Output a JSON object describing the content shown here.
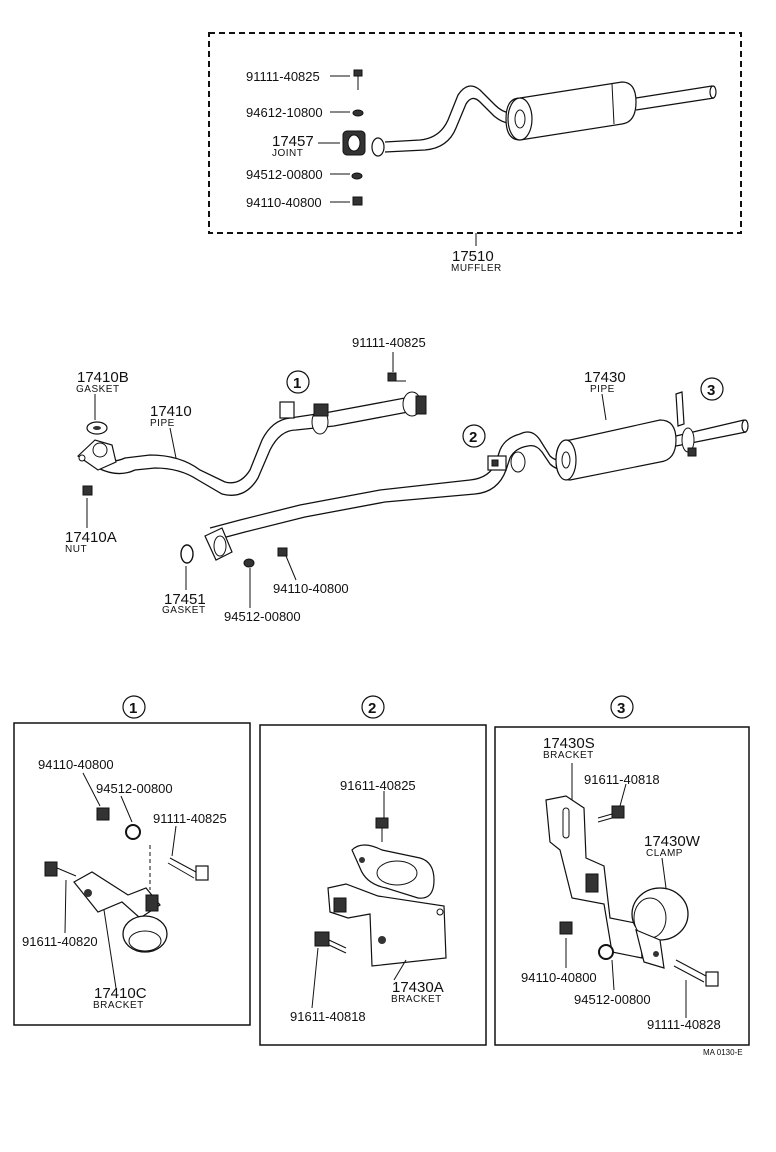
{
  "muffler_assembly": {
    "parts": [
      {
        "number": "91111-40825",
        "name": ""
      },
      {
        "number": "94612-10800",
        "name": ""
      },
      {
        "number": "17457",
        "name": "JOINT"
      },
      {
        "number": "94512-00800",
        "name": ""
      },
      {
        "number": "94110-40800",
        "name": ""
      }
    ],
    "assembly_number": "17510",
    "assembly_name": "MUFFLER"
  },
  "main_system": {
    "gasket_17410B": {
      "number": "17410B",
      "name": "GASKET"
    },
    "pipe_17410": {
      "number": "17410",
      "name": "PIPE"
    },
    "nut_17410A": {
      "number": "17410A",
      "name": "NUT"
    },
    "gasket_17451": {
      "number": "17451",
      "name": "GASKET"
    },
    "washer_94512": {
      "number": "94512-00800"
    },
    "nut_94110": {
      "number": "94110-40800"
    },
    "bolt_91111": {
      "number": "91111-40825"
    },
    "pipe_17430": {
      "number": "17430",
      "name": "PIPE"
    },
    "callout_1": "1",
    "callout_2": "2",
    "callout_3": "3"
  },
  "detail_1": {
    "title": "1",
    "nut": "94110-40800",
    "washer": "94512-00800",
    "bolt": "91111-40825",
    "bolt2": "91611-40820",
    "bracket_number": "17410C",
    "bracket_name": "BRACKET"
  },
  "detail_2": {
    "title": "2",
    "bolt_top": "91611-40825",
    "bolt_bottom": "91611-40818",
    "bracket_number": "17430A",
    "bracket_name": "BRACKET"
  },
  "detail_3": {
    "title": "3",
    "bracket_number": "17430S",
    "bracket_name": "BRACKET",
    "bolt_top": "91611-40818",
    "clamp_number": "17430W",
    "clamp_name": "CLAMP",
    "nut": "94110-40800",
    "washer": "94512-00800",
    "bolt": "91111-40828"
  },
  "figure_code": "MA 0130-E"
}
